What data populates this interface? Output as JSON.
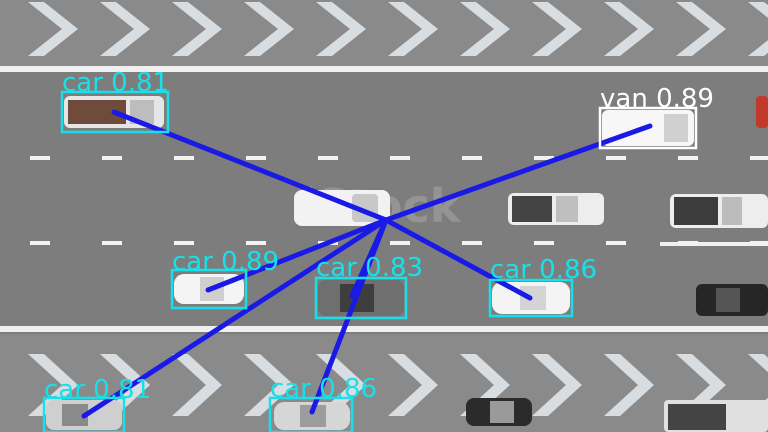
{
  "colors": {
    "car_box": "#19e0e8",
    "van_box": "#ffffff",
    "link_line": "#1a1ae6",
    "asphalt": "#7d7d7d",
    "shoulder": "#8c8c8c",
    "chevron": "#d8dde2",
    "lane_marking": "#f2f2f2"
  },
  "detections": [
    {
      "label": "car 0.81",
      "class": "car"
    },
    {
      "label": "van 0.89",
      "class": "van"
    },
    {
      "label": "car 0.89",
      "class": "car"
    },
    {
      "label": "car 0.83",
      "class": "car"
    },
    {
      "label": "car 0.86",
      "class": "car"
    },
    {
      "label": "car 0.81",
      "class": "car"
    },
    {
      "label": "car 0.86",
      "class": "car"
    }
  ],
  "watermark": "iStock"
}
